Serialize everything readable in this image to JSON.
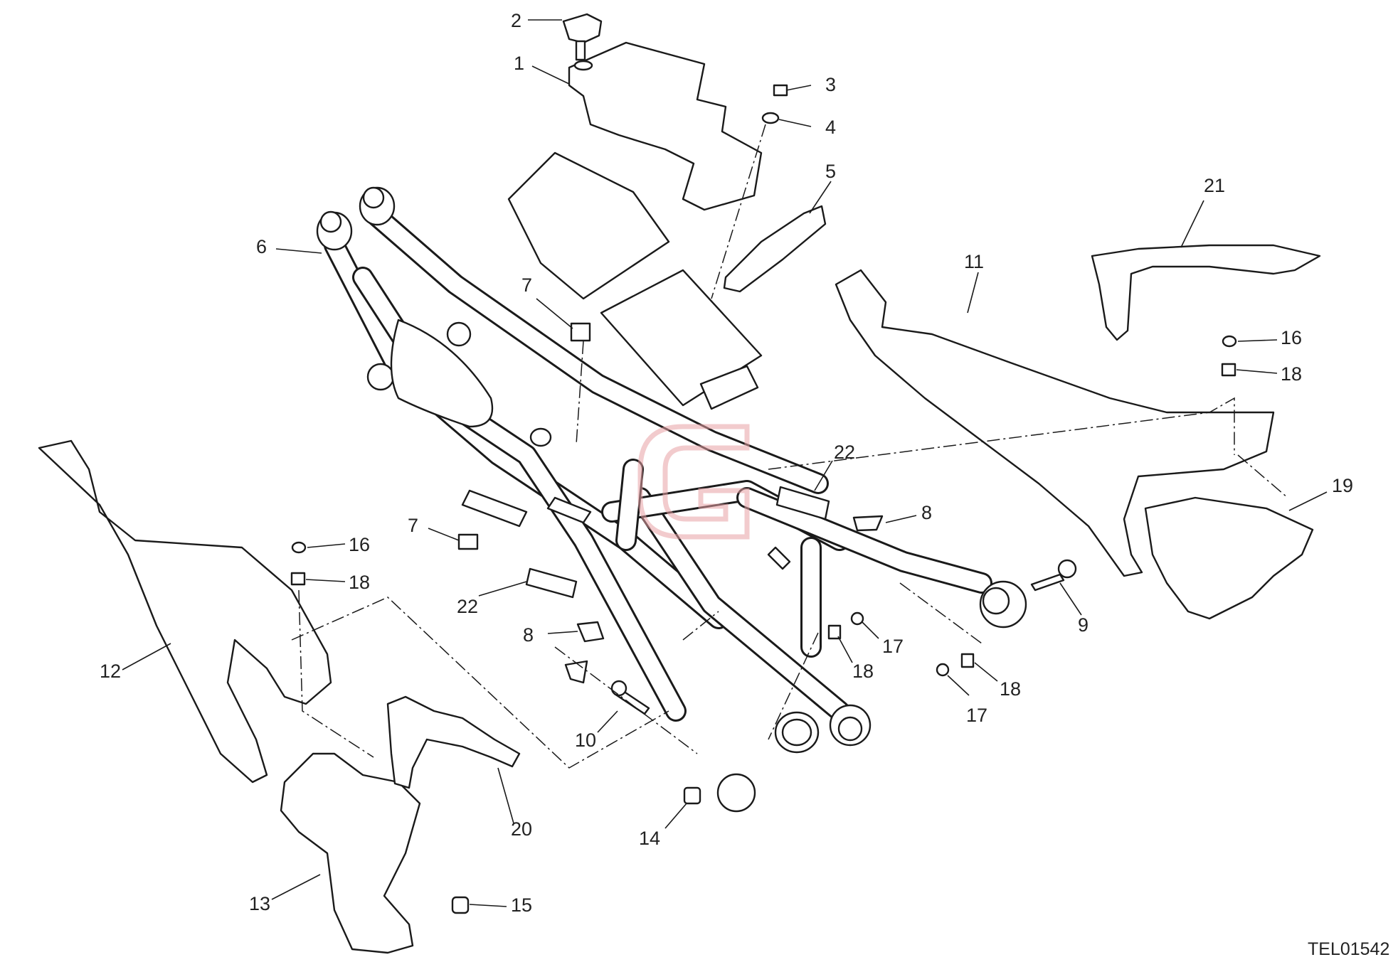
{
  "drawing": {
    "code": "TEL01542",
    "watermark_color": "#e8a0a4",
    "line_color": "#1a1a1a"
  },
  "callouts": [
    "1",
    "2",
    "3",
    "4",
    "5",
    "6",
    "7",
    "7",
    "8",
    "8",
    "9",
    "10",
    "11",
    "12",
    "13",
    "14",
    "15",
    "16",
    "16",
    "17",
    "17",
    "18",
    "18",
    "18",
    "18",
    "19",
    "20",
    "21",
    "22",
    "22"
  ]
}
